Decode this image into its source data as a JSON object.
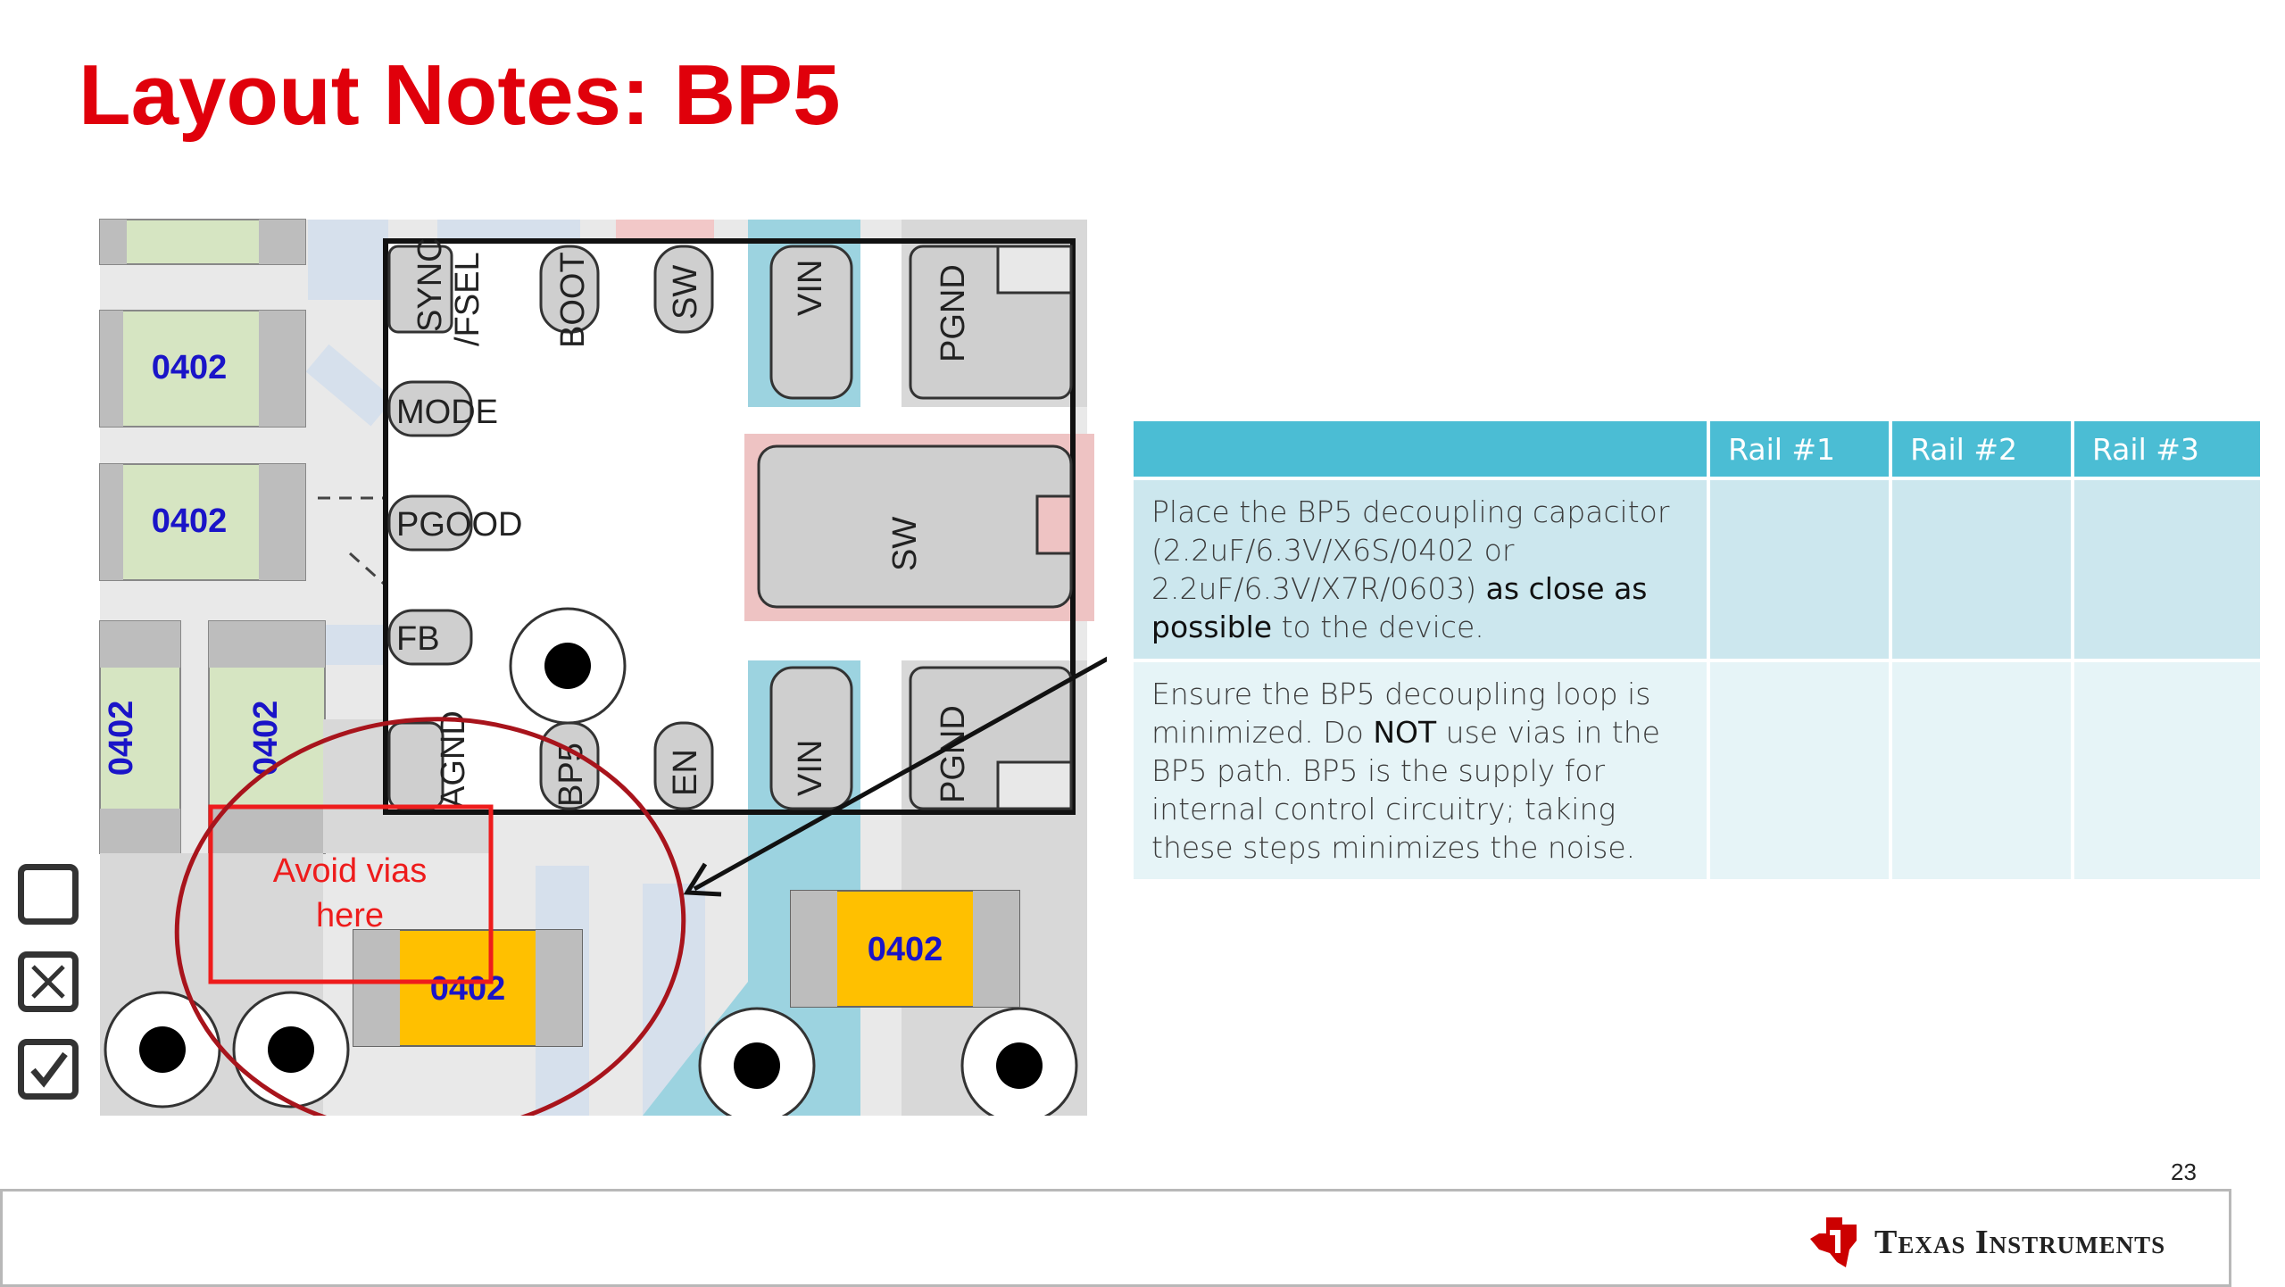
{
  "slide": {
    "title": "Layout Notes: BP5",
    "page_number": "23",
    "brand": "Texas Instruments"
  },
  "diagram": {
    "pins": {
      "sync": "SYNC",
      "fsel": "/FSEL",
      "boot": "BOOT",
      "sw_top": "SW",
      "vin_top": "VIN",
      "pgnd_top": "PGND",
      "mode": "MODE",
      "pgood": "PGOOD",
      "fb": "FB",
      "agnd": "AGND",
      "bp5": "BP5",
      "en": "EN",
      "vin_bottom": "VIN",
      "pgnd_bottom": "PGND",
      "sw_pad": "SW"
    },
    "caps": {
      "c1": "0402",
      "c2": "0402",
      "c3": "0402",
      "c4": "0402",
      "c5": "0402",
      "c6": "0402"
    },
    "avoid_line1": "Avoid vias",
    "avoid_line2": "here"
  },
  "table": {
    "headers": [
      "",
      "Rail #1",
      "Rail #2",
      "Rail #3"
    ],
    "row1": {
      "t1": "Place the BP5 decoupling capacitor (2.2uF/6.3V/X6S/0402 or 2.2uF/6.3V/X7R/0603) ",
      "b1": "as close as possible",
      "t2": " to the device."
    },
    "row2": {
      "t1": "Ensure the BP5 decoupling loop is minimized. Do ",
      "b1": "NOT",
      "t2": " use vias in the BP5 path. BP5 is the supply for internal control circuitry; taking these steps minimizes the noise."
    }
  },
  "colors": {
    "title_red": "#e0000b",
    "header_teal": "#4bbdd4",
    "pad_green": "#d6e5c2",
    "pad_orange": "#ffc000",
    "copper_blue": "#9cd3e0",
    "loop_circle": "#a8141c"
  },
  "icons": [
    "empty-checkbox-icon",
    "x-checkbox-icon",
    "check-checkbox-icon",
    "ti-logo-icon"
  ]
}
